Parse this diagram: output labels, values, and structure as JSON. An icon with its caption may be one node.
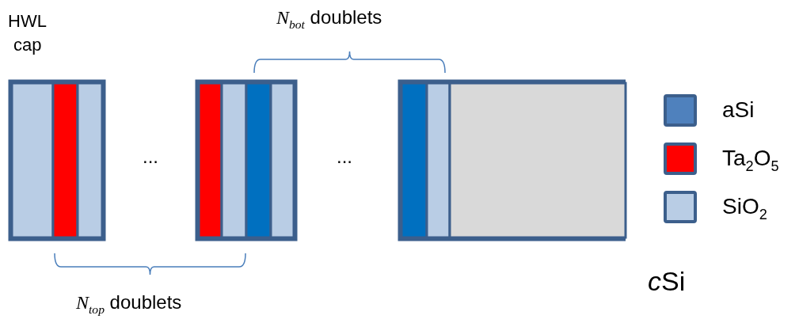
{
  "diagram": {
    "labels": [
      "HWL",
      "cap",
      "*N*$_{bot}$ doublets",
      "...",
      "...",
      "*N*$_{top}$ doublets",
      "cSi"
    ],
    "legend": [
      {
        "text": "aSi",
        "color": "#4f81bd"
      },
      {
        "text": "Ta$_{2}$O$_{5}$",
        "color": "#ff0000"
      },
      {
        "text": "SiO$_{2}$",
        "color": "#b9cde5"
      }
    ]
  }
}
